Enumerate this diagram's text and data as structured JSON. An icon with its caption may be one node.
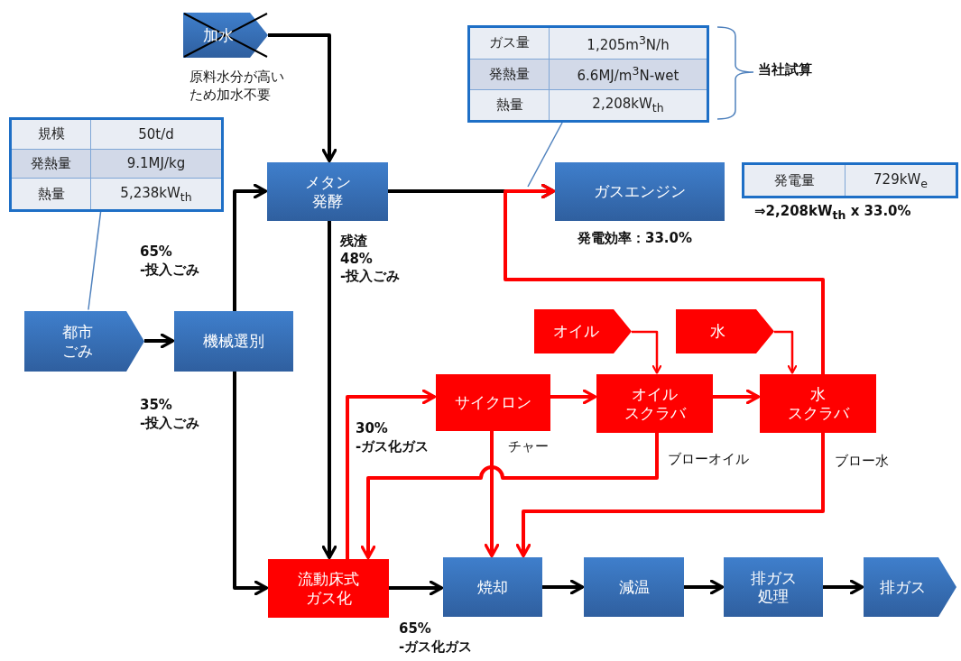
{
  "diagram": {
    "nodes": [
      {
        "text": [
          "加水"
        ],
        "beside": [
          "原料水分が高いため加水不要"
        ]
      },
      {
        "text": [
          "メタン発酵"
        ]
      },
      {
        "text": [
          "ガスエンジン"
        ],
        "beside": [
          "発電効率：33.0%"
        ]
      },
      {
        "text": [
          "都市ごみ"
        ]
      },
      {
        "text": [
          "機械選別"
        ]
      },
      {
        "text": [
          "オイル"
        ]
      },
      {
        "text": [
          "水"
        ]
      },
      {
        "text": [
          "サイクロン"
        ]
      },
      {
        "text": [
          "オイルスクラバ"
        ]
      },
      {
        "text": [
          "水スクラバ"
        ]
      },
      {
        "text": [
          "流動床式ガス化"
        ]
      },
      {
        "text": [
          "焼却"
        ]
      },
      {
        "text": [
          "減温"
        ]
      },
      {
        "text": [
          "排ガス処理"
        ]
      },
      {
        "text": [
          "排ガス"
        ]
      },
      {
        "text": [
          "規模",
          "50t/d",
          "発熱量",
          "9.1MJ/kg",
          "熱量",
          "5,238kW$_{th}$"
        ]
      },
      {
        "text": [
          "ガス量",
          "1,205m$^{3}$N/h",
          "発熱量",
          "6.6MJ/m$^{3}$N-wet",
          "熱量",
          "2,208kW$_{th}$"
        ]
      },
      {
        "text": [
          "発電量",
          "729kW$_{e}$"
        ],
        "beside": [
          "⇒2,208kW$_{th}$ x 33.0%"
        ]
      }
    ],
    "edges": [
      {
        "from": 0,
        "to": 1,
        "arrow": "to"
      },
      {
        "from": 1,
        "to": 2,
        "arrow": "to"
      },
      {
        "from": 3,
        "to": 4,
        "arrow": "to"
      },
      {
        "from": 4,
        "to": 1,
        "arrow": "to",
        "label": "65% -投入ごみ"
      },
      {
        "from": 4,
        "to": 10,
        "arrow": "to",
        "label": "35% -投入ごみ"
      },
      {
        "from": 1,
        "to": 10,
        "arrow": "to",
        "label": "残渣 48% -投入ごみ"
      },
      {
        "from": 10,
        "to": 7,
        "arrow": "to",
        "label": "30% -ガス化ガス",
        "color": "#ff0000"
      },
      {
        "from": 10,
        "to": 11,
        "arrow": "to",
        "label": "65% -ガス化ガス"
      },
      {
        "from": 7,
        "to": 8,
        "arrow": "to",
        "color": "#ff0000"
      },
      {
        "from": 8,
        "to": 9,
        "arrow": "to",
        "color": "#ff0000"
      },
      {
        "from": 5,
        "to": 8,
        "arrow": "to",
        "color": "#ff0000"
      },
      {
        "from": 6,
        "to": 9,
        "arrow": "to",
        "color": "#ff0000"
      },
      {
        "from": 9,
        "to": 2,
        "arrow": "to",
        "color": "#ff0000"
      },
      {
        "from": 7,
        "to": 11,
        "arrow": "to",
        "label": "チャー",
        "color": "#ff0000"
      },
      {
        "from": 8,
        "to": 10,
        "arrow": "to",
        "label": "ブローオイル",
        "color": "#ff0000"
      },
      {
        "from": 9,
        "to": 11,
        "arrow": "to",
        "label": "ブロー水",
        "color": "#ff0000"
      },
      {
        "from": 11,
        "to": 12,
        "arrow": "to"
      },
      {
        "from": 12,
        "to": 13,
        "arrow": "to"
      },
      {
        "from": 13,
        "to": 14,
        "arrow": "to"
      },
      {
        "from": 15,
        "to": 3,
        "arrow": "none",
        "color": "#4f81bd"
      },
      {
        "from": 16,
        "to": null,
        "arrow": "none",
        "color": "#4f81bd"
      }
    ],
    "labels": [
      "当社試算"
    ]
  }
}
